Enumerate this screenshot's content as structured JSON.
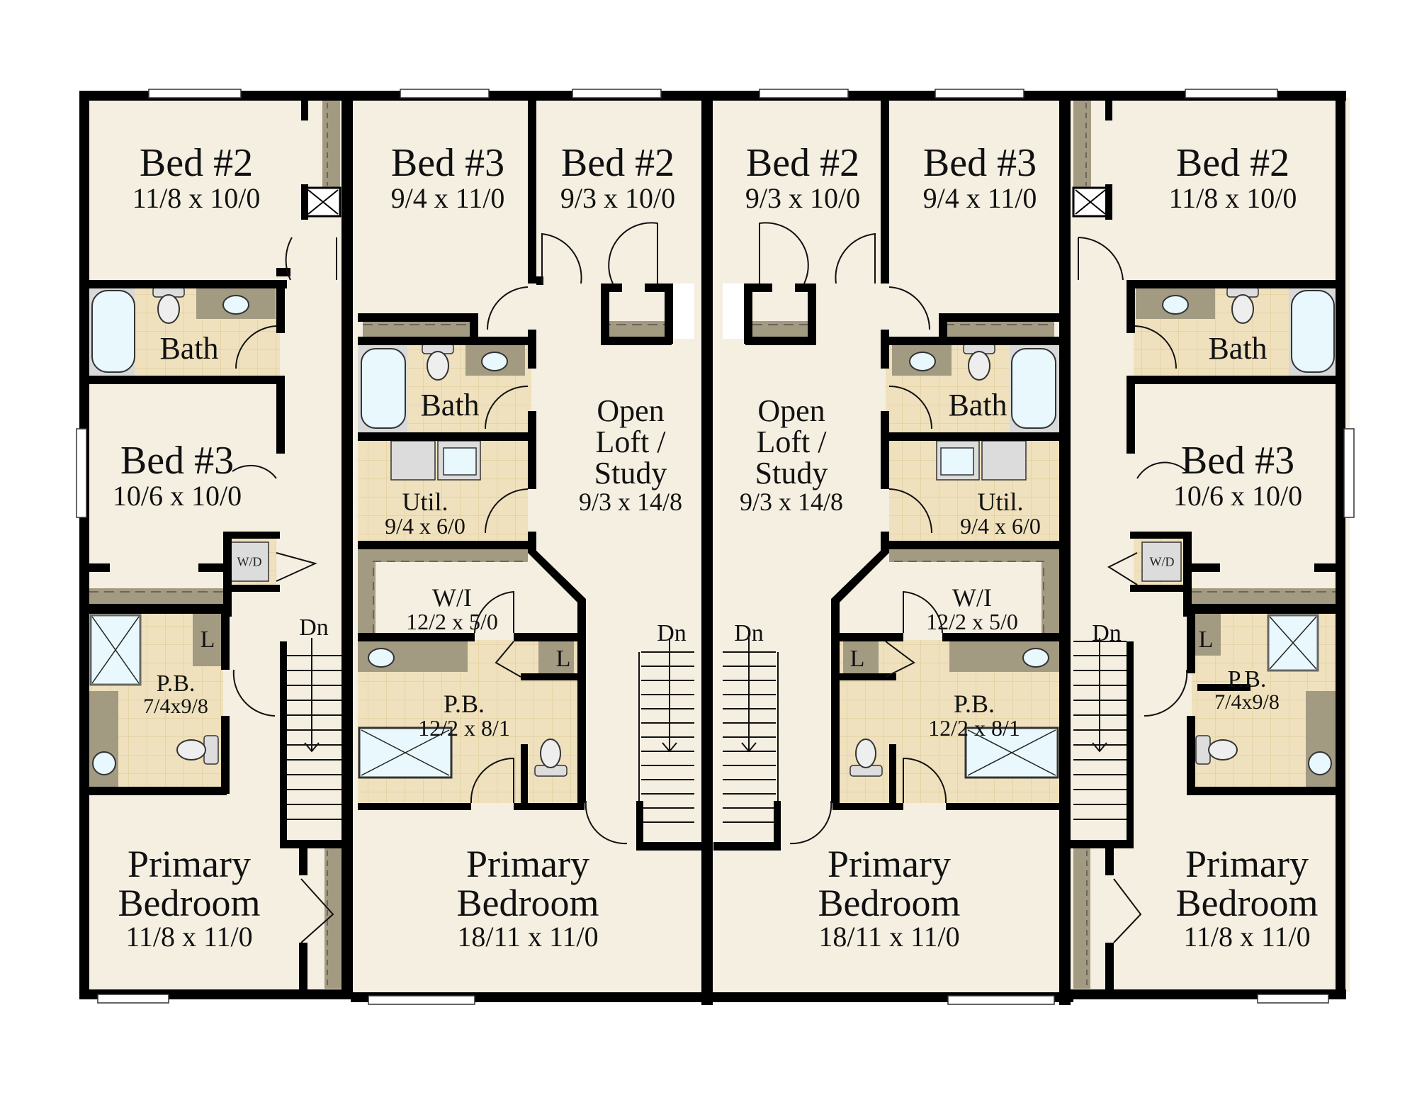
{
  "title": "Second Floor Plan - Fourplex Townhomes",
  "colors": {
    "wall": "#000000",
    "floor": "#f5efe2",
    "tile": "#efe1bd",
    "tile_grid": "#e6d3a4",
    "closet": "#a39a82",
    "fixture_blue": "#e8f8fc",
    "fixture_gray": "#dcdcdc",
    "window": "#ffffff"
  },
  "units": [
    {
      "id": "unit-1",
      "rooms": [
        {
          "name": "Bed #2",
          "dims": "11/8 x 10/0"
        },
        {
          "name": "Bath",
          "dims": ""
        },
        {
          "name": "Bed #3",
          "dims": "10/6 x 10/0"
        },
        {
          "name": "W/D",
          "dims": ""
        },
        {
          "name": "P.B.",
          "dims": "7/4x9/8"
        },
        {
          "name": "L",
          "dims": ""
        },
        {
          "name": "Primary Bedroom",
          "dims": "11/8 x 11/0"
        }
      ],
      "stair_label": "Dn"
    },
    {
      "id": "unit-2",
      "rooms": [
        {
          "name": "Bed #3",
          "dims": "9/4 x 11/0"
        },
        {
          "name": "Bed #2",
          "dims": "9/3 x 10/0"
        },
        {
          "name": "Bath",
          "dims": ""
        },
        {
          "name": "Open Loft / Study",
          "dims": "9/3 x 14/8"
        },
        {
          "name": "Util.",
          "dims": "9/4 x 6/0"
        },
        {
          "name": "W/I",
          "dims": "12/2 x 5/0"
        },
        {
          "name": "P.B.",
          "dims": "12/2 x 8/1"
        },
        {
          "name": "L",
          "dims": ""
        },
        {
          "name": "Primary Bedroom",
          "dims": "18/11 x 11/0"
        }
      ],
      "stair_label": "Dn"
    },
    {
      "id": "unit-3",
      "rooms": [
        {
          "name": "Bed #2",
          "dims": "9/3 x 10/0"
        },
        {
          "name": "Bed #3",
          "dims": "9/4 x 11/0"
        },
        {
          "name": "Bath",
          "dims": ""
        },
        {
          "name": "Open Loft / Study",
          "dims": "9/3 x 14/8"
        },
        {
          "name": "Util.",
          "dims": "9/4 x 6/0"
        },
        {
          "name": "W/I",
          "dims": "12/2 x 5/0"
        },
        {
          "name": "P.B.",
          "dims": "12/2 x 8/1"
        },
        {
          "name": "L",
          "dims": ""
        },
        {
          "name": "Primary Bedroom",
          "dims": "18/11 x 11/0"
        }
      ],
      "stair_label": "Dn"
    },
    {
      "id": "unit-4",
      "rooms": [
        {
          "name": "Bed #2",
          "dims": "11/8 x 10/0"
        },
        {
          "name": "Bath",
          "dims": ""
        },
        {
          "name": "Bed #3",
          "dims": "10/6 x 10/0"
        },
        {
          "name": "W/D",
          "dims": ""
        },
        {
          "name": "P.B.",
          "dims": "7/4x9/8"
        },
        {
          "name": "L",
          "dims": ""
        },
        {
          "name": "Primary Bedroom",
          "dims": "11/8 x 11/0"
        }
      ],
      "stair_label": "Dn"
    }
  ],
  "labels": {
    "open_loft_line1": "Open",
    "open_loft_line2": "Loft /",
    "open_loft_line3": "Study",
    "primary_line1": "Primary",
    "primary_line2": "Bedroom"
  }
}
